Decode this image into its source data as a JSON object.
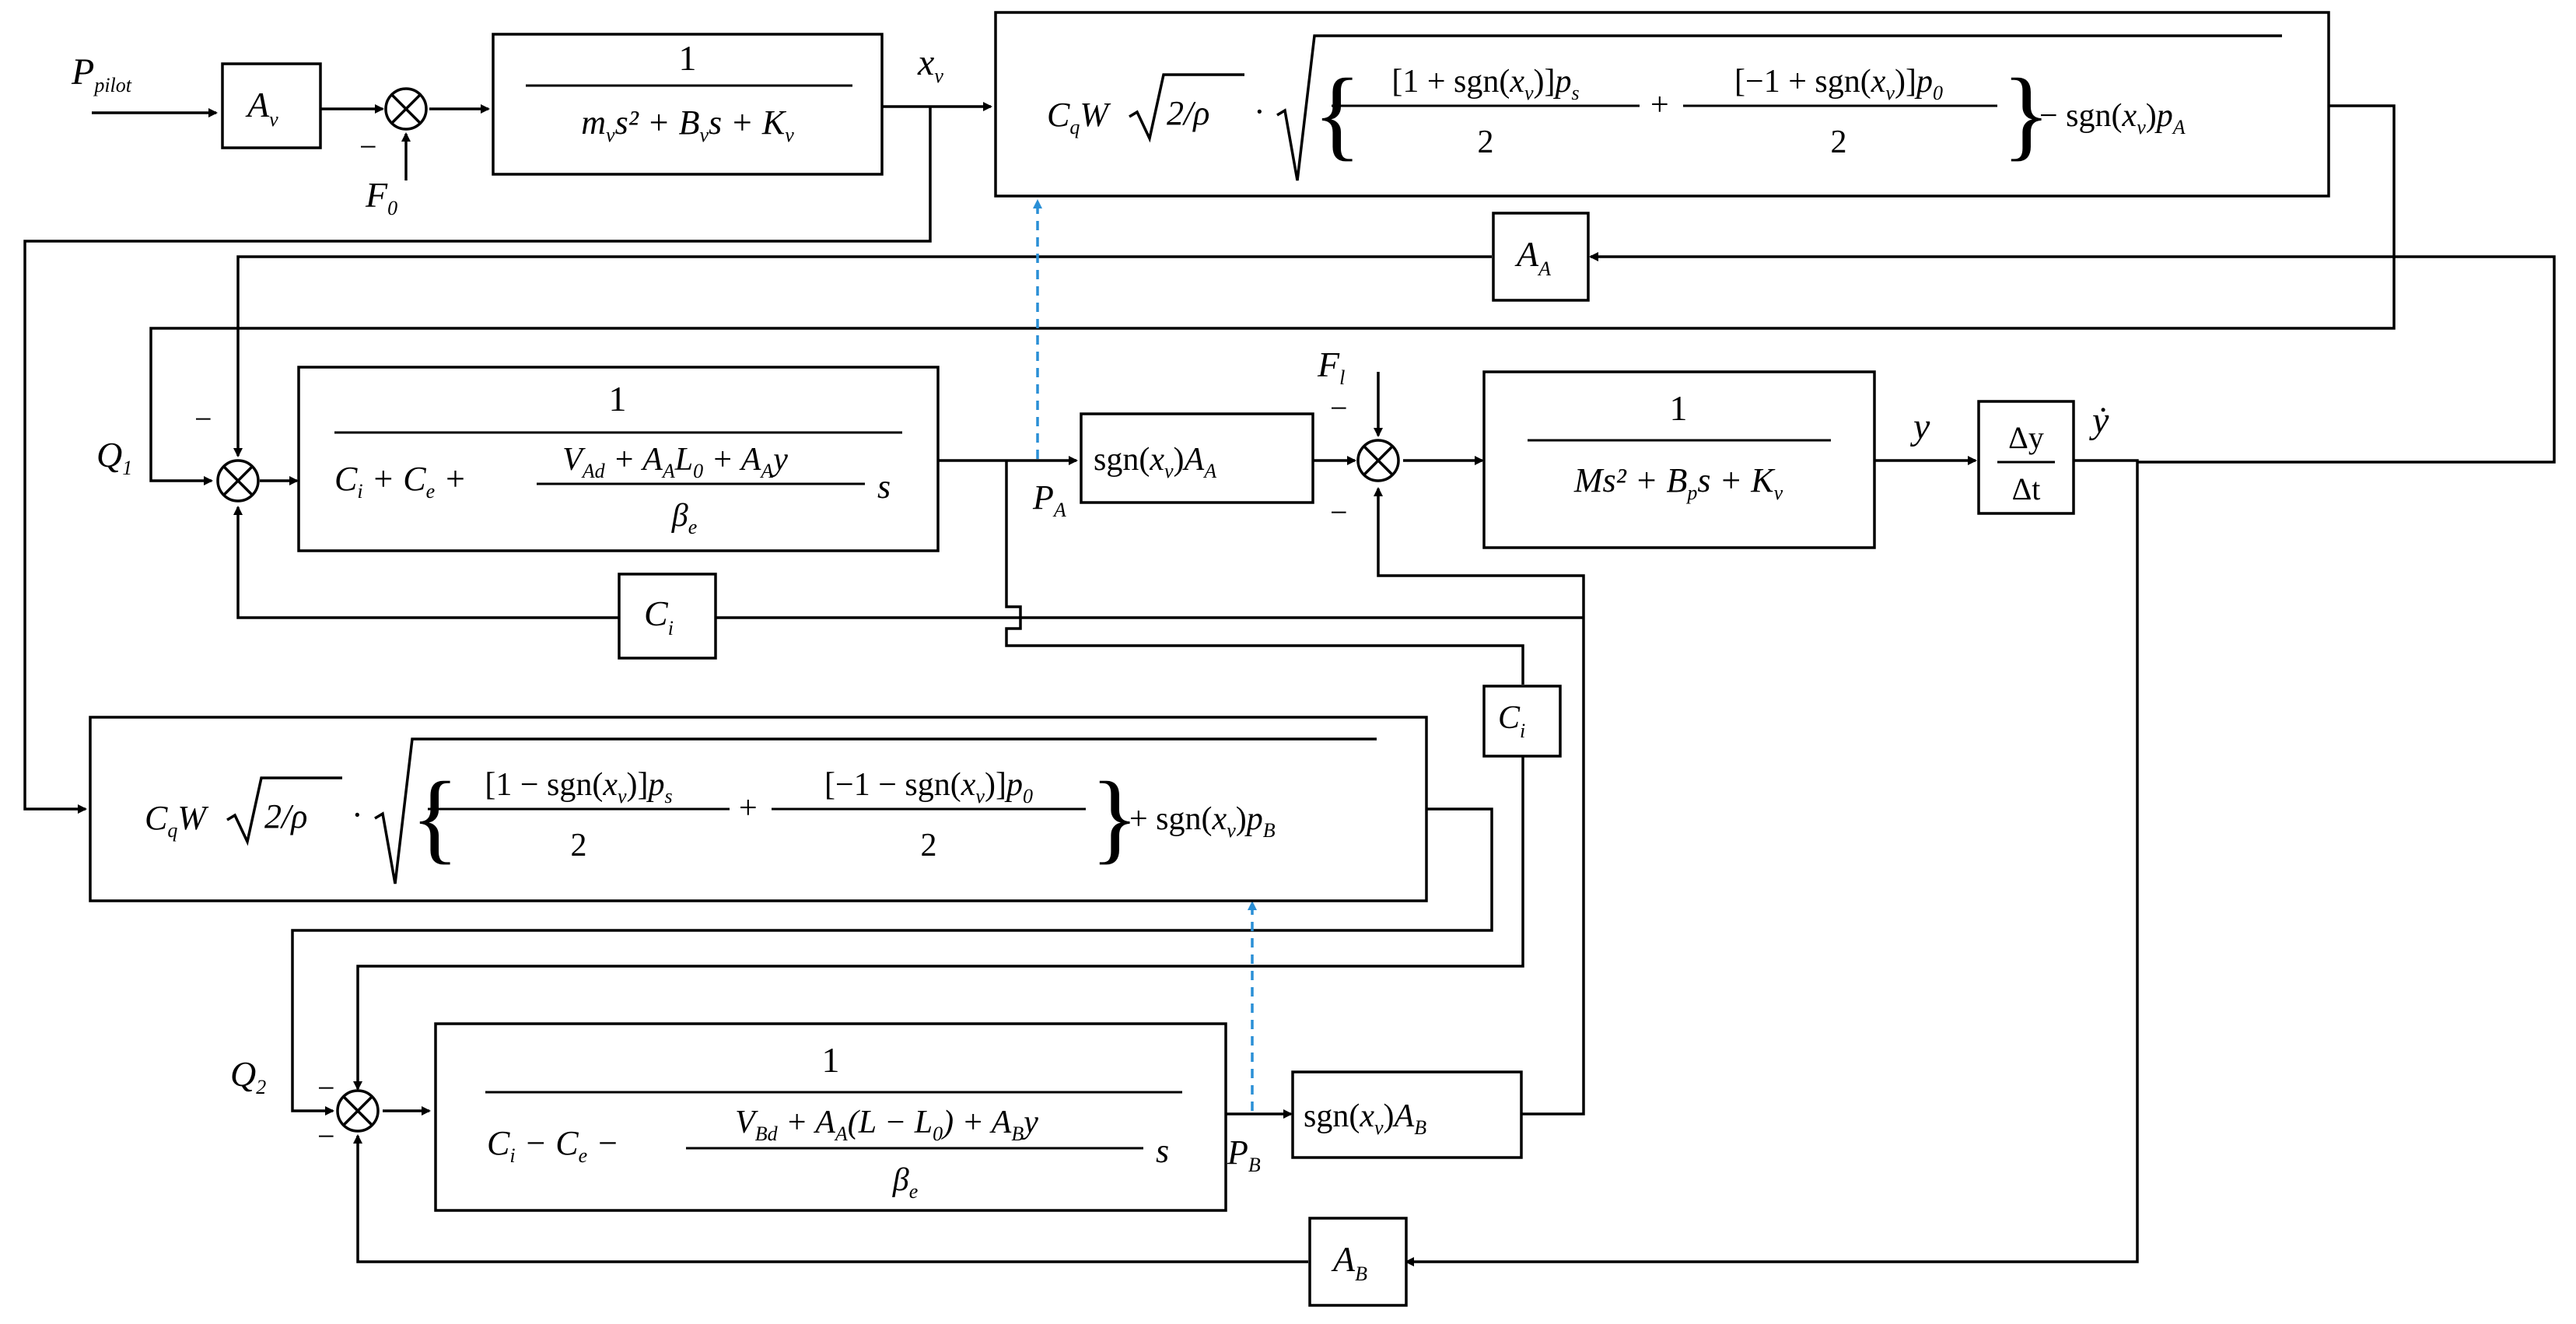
{
  "signals": {
    "p_pilot": "P",
    "p_pilot_sub": "pilot",
    "f0": "F",
    "f0_sub": "0",
    "xv": "x",
    "xv_sub": "v",
    "q1": "Q",
    "q1_sub": "1",
    "q2": "Q",
    "q2_sub": "2",
    "pa": "P",
    "pa_sub": "A",
    "pb": "P",
    "pb_sub": "B",
    "fl": "F",
    "fl_sub": "l",
    "y": "y",
    "ydot": "ẏ"
  },
  "signs": {
    "minus": "−"
  },
  "blocks": {
    "av": {
      "label": "A",
      "sub": "v"
    },
    "aa": {
      "label": "A",
      "sub": "A"
    },
    "ab": {
      "label": "A",
      "sub": "B"
    },
    "ci_top": {
      "label": "C",
      "sub": "i"
    },
    "ci_right": {
      "label": "C",
      "sub": "i"
    },
    "valve_tf": {
      "num": "1",
      "den": "m_v s² + B_v s + K_v"
    },
    "chamber_a": {
      "num": "1",
      "den": "C_i + C_e + (V_Ad + A_A L_0 + A_A y) / β_e · s"
    },
    "chamber_b": {
      "num": "1",
      "den": "C_i − C_e − (V_Bd + A_A(L − L_0) + A_B y) / β_e · s"
    },
    "force_a": {
      "label": "sgn(x_v)A_A"
    },
    "force_b": {
      "label": "sgn(x_v)A_B"
    },
    "mech_tf": {
      "num": "1",
      "den": "Ms² + B_p s + K_v"
    },
    "diff": {
      "num": "Δy",
      "den": "Δt"
    },
    "flow_a": {
      "label": "C_q W √(2/ρ) · √( { [1 + sgn(x_v)]p_s / 2 + [−1 + sgn(x_v)]p_0 / 2 } − sgn(x_v)p_A )"
    },
    "flow_b": {
      "label": "C_q W √(2/ρ) · √( { [1 − sgn(x_v)]p_s / 2 + [−1 − sgn(x_v)]p_0 / 2 } + sgn(x_v)p_B )"
    }
  },
  "colors": {
    "line": "#000000",
    "dashed_feedback": "#2a8fd6"
  }
}
